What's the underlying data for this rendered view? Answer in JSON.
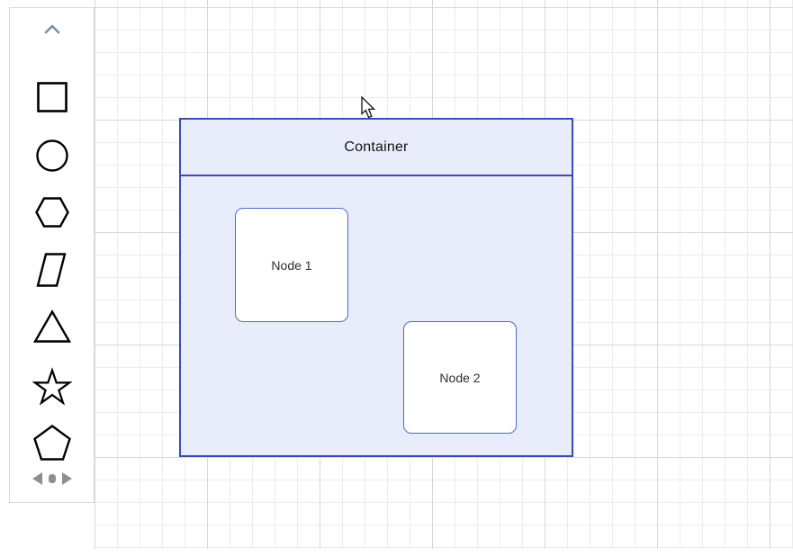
{
  "app": {
    "type": "diagram-editor"
  },
  "palette": {
    "scroll_up_icon": "chevron-up",
    "shapes": [
      {
        "name": "square"
      },
      {
        "name": "circle"
      },
      {
        "name": "hexagon"
      },
      {
        "name": "parallelogram"
      },
      {
        "name": "triangle"
      },
      {
        "name": "star"
      },
      {
        "name": "pentagon"
      }
    ],
    "pager": {
      "prev_icon": "triangle-left",
      "page_dot_icon": "dot",
      "next_icon": "triangle-right"
    }
  },
  "canvas": {
    "container": {
      "label": "Container"
    },
    "nodes": [
      {
        "label": "Node 1"
      },
      {
        "label": "Node 2"
      }
    ],
    "cursor": "arrow-pointer"
  },
  "colors": {
    "container_border": "#3a4cb4",
    "container_fill": "#e9ecfb",
    "node_border": "#4a6bc8",
    "node_fill": "#ffffff",
    "grid_minor": "#ececec",
    "grid_major": "#d7d7d7",
    "palette_border": "#d9d9d9",
    "shape_stroke": "#000000",
    "pager_gray": "#8f8f8f",
    "chevron_gray_blue": "#7f8ea6"
  }
}
